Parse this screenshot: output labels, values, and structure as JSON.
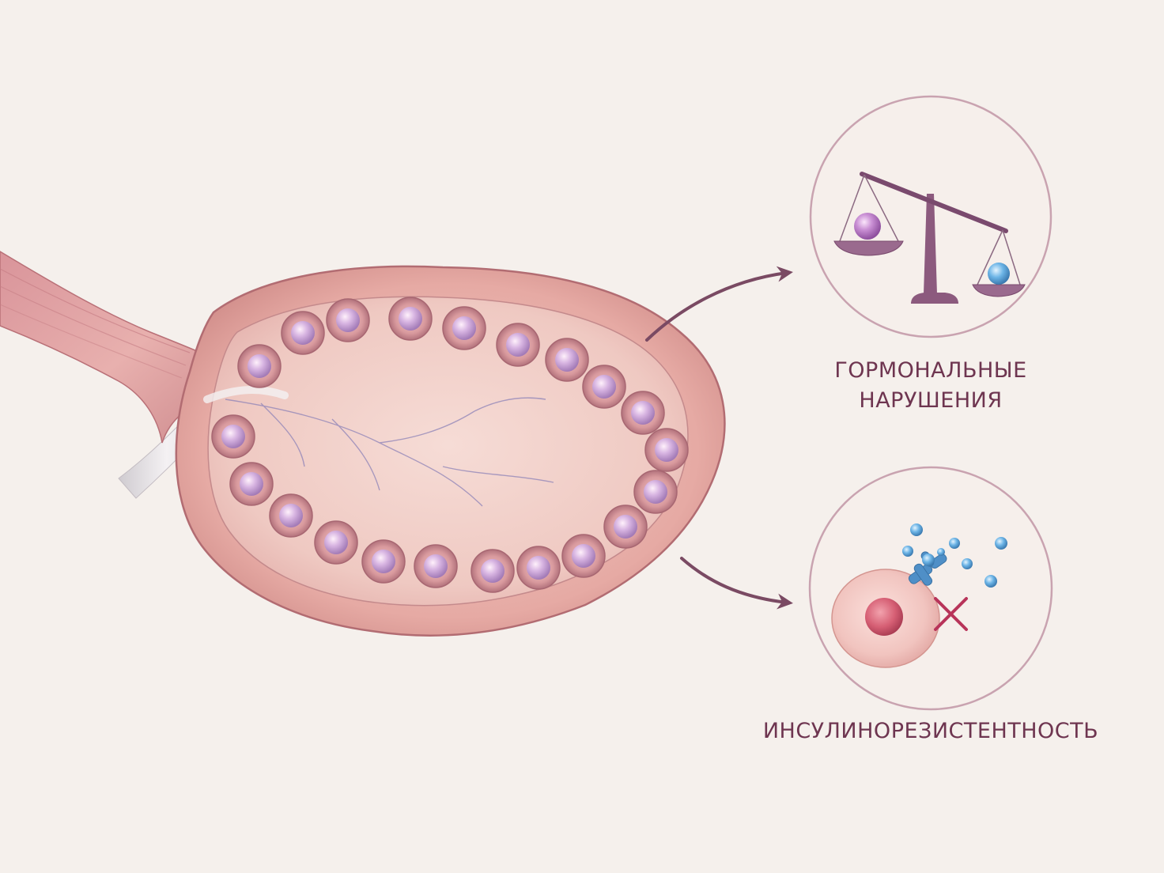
{
  "labels": {
    "hormonal_line1": "ГОРМОНАЛЬНЫЕ",
    "hormonal_line2": "НАРУШЕНИЯ",
    "insulin": "ИНСУЛИНОРЕЗИСТЕНТНОСТЬ"
  },
  "colors": {
    "background": "#f5f0ec",
    "tissue": "#e8aaa5",
    "tissue_dark": "#c9837f",
    "follicle": "#b3808f",
    "egg": "#c9a3d6",
    "arrow": "#7a4a63",
    "circle_border": "#c9a3b0",
    "scale": "#8c5a7e",
    "receptor": "#4f8fc7",
    "cross": "#b8345a",
    "label": "#6e3550"
  },
  "icons": {
    "scale": "balance-scale-icon",
    "cell": "cell-receptor-icon",
    "cross": "cross-icon"
  }
}
